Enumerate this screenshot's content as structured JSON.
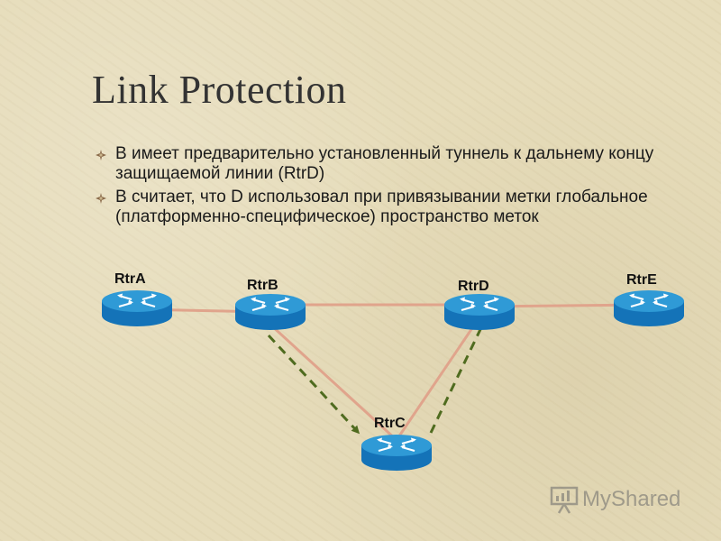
{
  "slide": {
    "title": "Link Protection",
    "bullets": [
      "B имеет предварительно установленный туннель к дальнему концу защищаемой линии (RtrD)",
      "B считает, что D использовал при привязывании метки глобальное (платформенно-специфическое) пространство меток"
    ]
  },
  "diagram": {
    "routers": {
      "rtrA": "RtrA",
      "rtrB": "RtrB",
      "rtrC": "RtrC",
      "rtrD": "RtrD",
      "rtrE": "RtrE"
    },
    "links": [
      {
        "from": "RtrA",
        "to": "RtrB"
      },
      {
        "from": "RtrB",
        "to": "RtrD"
      },
      {
        "from": "RtrD",
        "to": "RtrE"
      },
      {
        "from": "RtrB",
        "to": "RtrC"
      },
      {
        "from": "RtrC",
        "to": "RtrD"
      }
    ],
    "tunnel_path": [
      "RtrB",
      "RtrC",
      "RtrD"
    ],
    "colors": {
      "link": "#e0a48c",
      "tunnel": "#4f6b1f",
      "router_top": "#2f9ad6",
      "router_side": "#1473b8"
    }
  },
  "watermark": {
    "text": "MyShared"
  }
}
